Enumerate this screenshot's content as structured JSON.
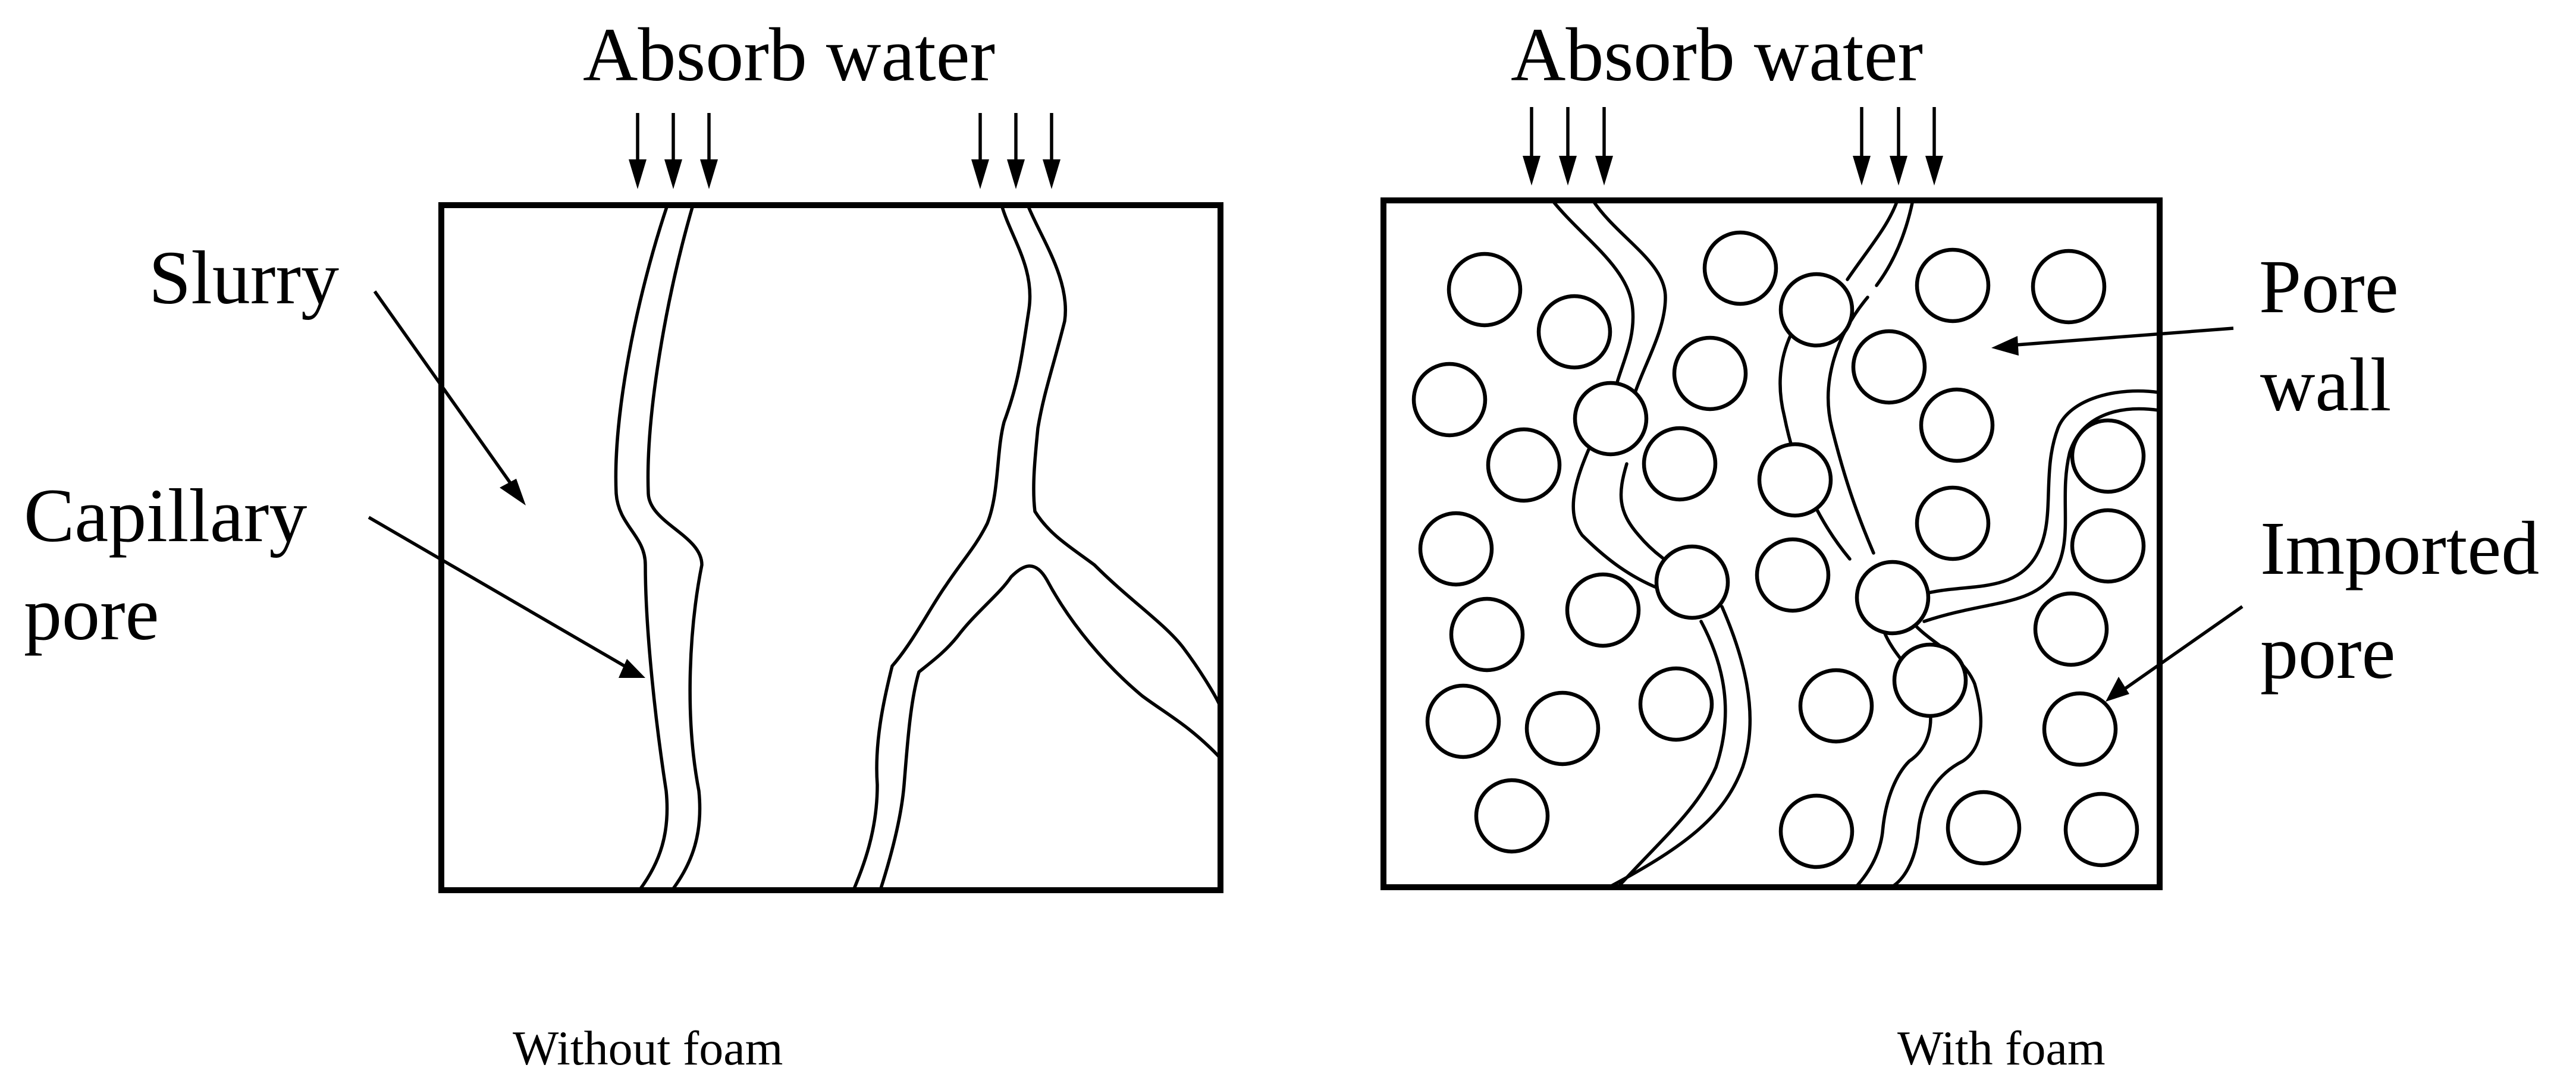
{
  "panels": {
    "left": {
      "header": "Absorb water",
      "caption": "Without foam",
      "labels": {
        "slurry": "Slurry",
        "capillary_line1": "Capillary",
        "capillary_line2": "pore"
      }
    },
    "right": {
      "header": "Absorb water",
      "caption": "With foam",
      "labels": {
        "pore_wall_line1": "Pore",
        "pore_wall_line2": "wall",
        "imported_line1": "Imported",
        "imported_line2": "pore"
      }
    }
  }
}
